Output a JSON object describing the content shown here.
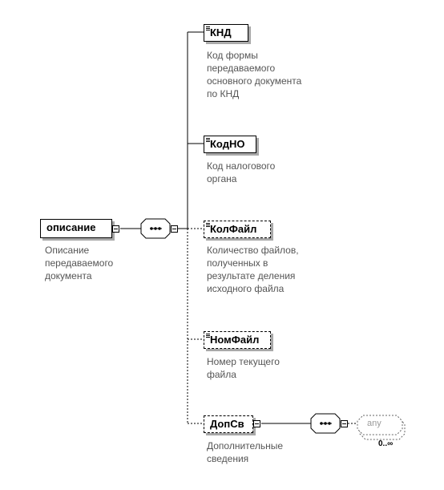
{
  "root": {
    "name": "описание",
    "description": "Описание\nпередаваемого\nдокумента"
  },
  "children": [
    {
      "name": "КНД",
      "description": "Код формы\nпередаваемого\nосновного документа\nпо КНД",
      "optional": false
    },
    {
      "name": "КодНО",
      "description": "Код налогового\nоргана",
      "optional": false
    },
    {
      "name": "КолФайл",
      "description": "Количество файлов,\nполученных в\nрезультате деления\nисходного файла",
      "optional": true
    },
    {
      "name": "НомФайл",
      "description": "Номер текущего\nфайла",
      "optional": true
    },
    {
      "name": "ДопСв",
      "description": "Дополнительные\nсведения",
      "optional": true
    }
  ],
  "any_element": {
    "label": "any",
    "occurrence": "0..∞"
  },
  "colors": {
    "line": "#000000",
    "shadow": "#a9a9a9",
    "description_text": "#555555",
    "any_text": "#9a9a9a"
  }
}
